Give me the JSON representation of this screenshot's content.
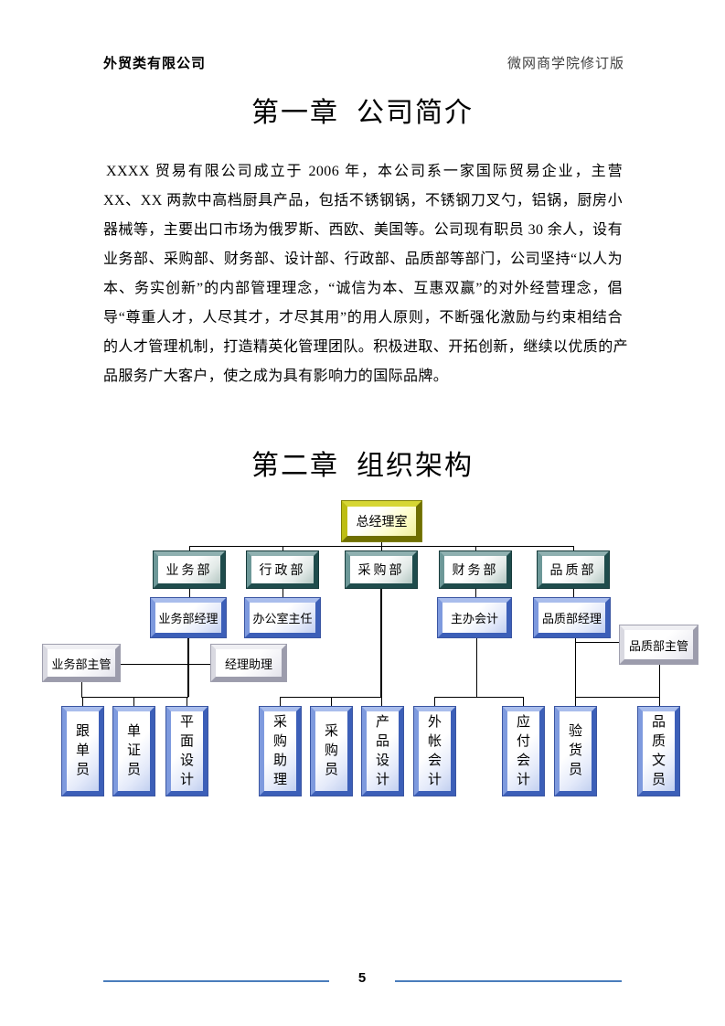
{
  "header": {
    "left": "外贸类有限公司",
    "right": "微网商学院修订版"
  },
  "chapter1": {
    "title": "第一章  公司简介",
    "lines": [
      "XXXX 贸易有限公司成立于 2006 年，本公司系一家国际贸易企业，主营",
      "XX、XX 两款中高档厨具产品，包括不锈钢锅，不锈钢刀叉勺，铝锅，厨房小",
      "器械等，主要出口市场为俄罗斯、西欧、美国等。公司现有职员 30 余人，设有",
      "业务部、采购部、财务部、设计部、行政部、品质部等部门，公司坚持“以人为",
      "本、务实创新”的内部管理理念，“诚信为本、互惠双赢”的对外经营理念，倡",
      "导“尊重人才，人尽其才，才尽其用”的用人原则，不断强化激励与约束相结合",
      "的人才管理机制，打造精英化管理团队。积极进取、开拓创新，继续以优质的产",
      "品服务广大客户，使之成为具有影响力的国际品牌。"
    ]
  },
  "chapter2": {
    "title": "第二章  组织架构"
  },
  "org_chart": {
    "general_manager": "总经理室",
    "departments": [
      "业务部",
      "行政部",
      "采购部",
      "财务部",
      "品质部"
    ],
    "managers": [
      "业务部经理",
      "办公室主任",
      "主办会计",
      "品质部经理"
    ],
    "supervisors": [
      "业务部主管",
      "经理助理",
      "品质部主管"
    ],
    "staff": [
      "跟单员",
      "单证员",
      "平面设计",
      "采购助理",
      "采购员",
      "产品设计",
      "外帐会计",
      "应付会计",
      "验货员",
      "品质文员"
    ],
    "colors": {
      "gm_box": "#b9b900",
      "dept_box": "#2a5858",
      "manager_box": "#4a6cc4",
      "supervisor_box": "#a8a8b4",
      "staff_box": "#4a6cc4"
    }
  },
  "footer": {
    "page_number": "5",
    "rule_color": "#4a7dbc"
  }
}
